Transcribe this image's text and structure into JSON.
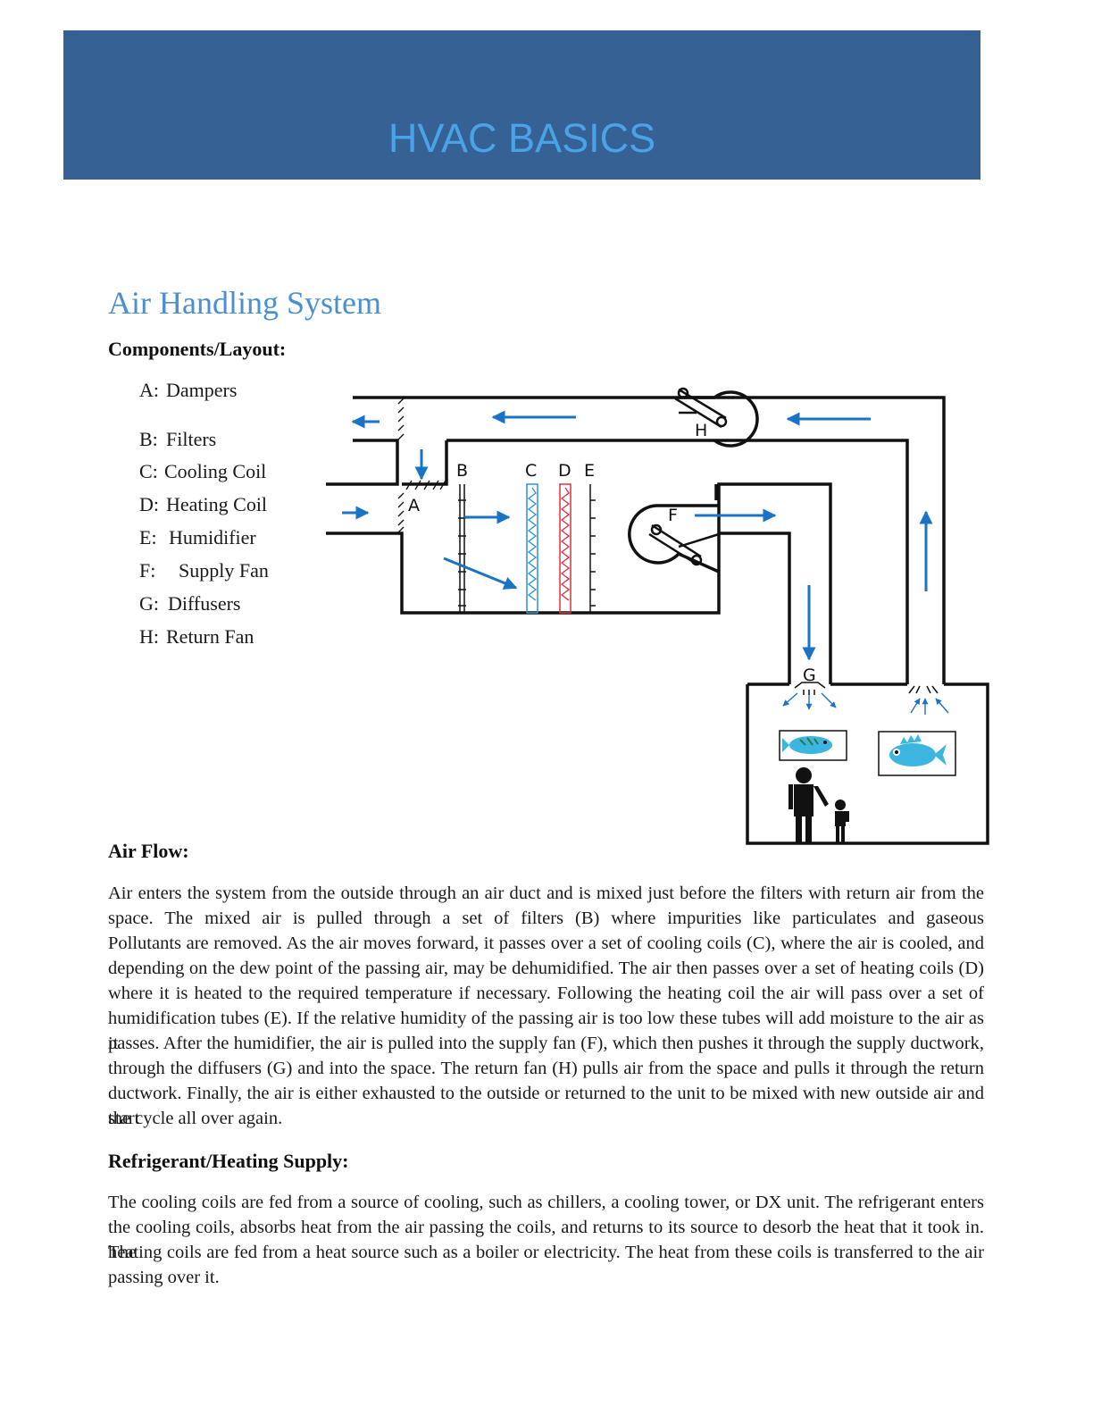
{
  "banner": {
    "title": "HVAC BASICS"
  },
  "section": {
    "title": "Air Handling System"
  },
  "components": {
    "heading": "Components/Layout:",
    "items": [
      {
        "letter": "A:",
        "name": "Dampers"
      },
      {
        "letter": "B:",
        "name": "Filters"
      },
      {
        "letter": "C:",
        "name": "Cooling Coil"
      },
      {
        "letter": "D:",
        "name": "Heating Coil"
      },
      {
        "letter": "E:",
        "name": "Humidifier"
      },
      {
        "letter": "F:",
        "name": "Supply Fan"
      },
      {
        "letter": "G:",
        "name": "Diffusers"
      },
      {
        "letter": "H:",
        "name": "Return Fan"
      }
    ]
  },
  "diagram": {
    "labels": {
      "a": "A",
      "b": "B",
      "c": "C",
      "d": "D",
      "e": "E",
      "f": "F",
      "g": "G",
      "h": "H"
    },
    "colors": {
      "duct": "#111111",
      "arrow": "#1a73c4",
      "cooling": "#2f8fd8",
      "heating": "#d8343f",
      "fish": "#3cb6e0"
    }
  },
  "air_flow": {
    "heading": "Air Flow:",
    "text_lines": [
      "Air enters the system from the outside through an air duct and is mixed just before the filters with return air from the",
      "space. The mixed air is pulled through a set of filters (B) where impurities like particulates and gaseous",
      "Pollutants are removed. As the air moves forward, it passes over a set of cooling coils (C), where the air is cooled, and",
      "depending on the dew point of the passing air, may be dehumidified. The air then passes over a set of heating coils (D)",
      "where it is heated to the required temperature if necessary. Following the heating coil the air will pass over a set of",
      "humidification tubes (E). If the relative humidity of the passing air is too low these tubes will add moisture to the air as it",
      "passes. After the humidifier, the air is pulled into the supply fan (F), which then pushes it through the supply ductwork,",
      "through the diffusers (G) and into the space. The return fan (H) pulls air from the space and pulls it through the return",
      "ductwork. Finally, the air is either exhausted to the outside or returned to the unit to be mixed with new outside air and start",
      "the cycle all over again."
    ]
  },
  "refrigerant": {
    "heading": "Refrigerant/Heating Supply:",
    "text_lines": [
      "The cooling coils are fed from a source of cooling, such as chillers, a cooling tower, or DX unit. The refrigerant enters",
      "the cooling coils, absorbs heat from the air passing the coils, and returns to its source to desorb the heat that it took in. The",
      "heating coils are fed from a heat source such as a boiler or electricity. The heat from these coils is transferred to the air",
      "passing over it."
    ]
  }
}
